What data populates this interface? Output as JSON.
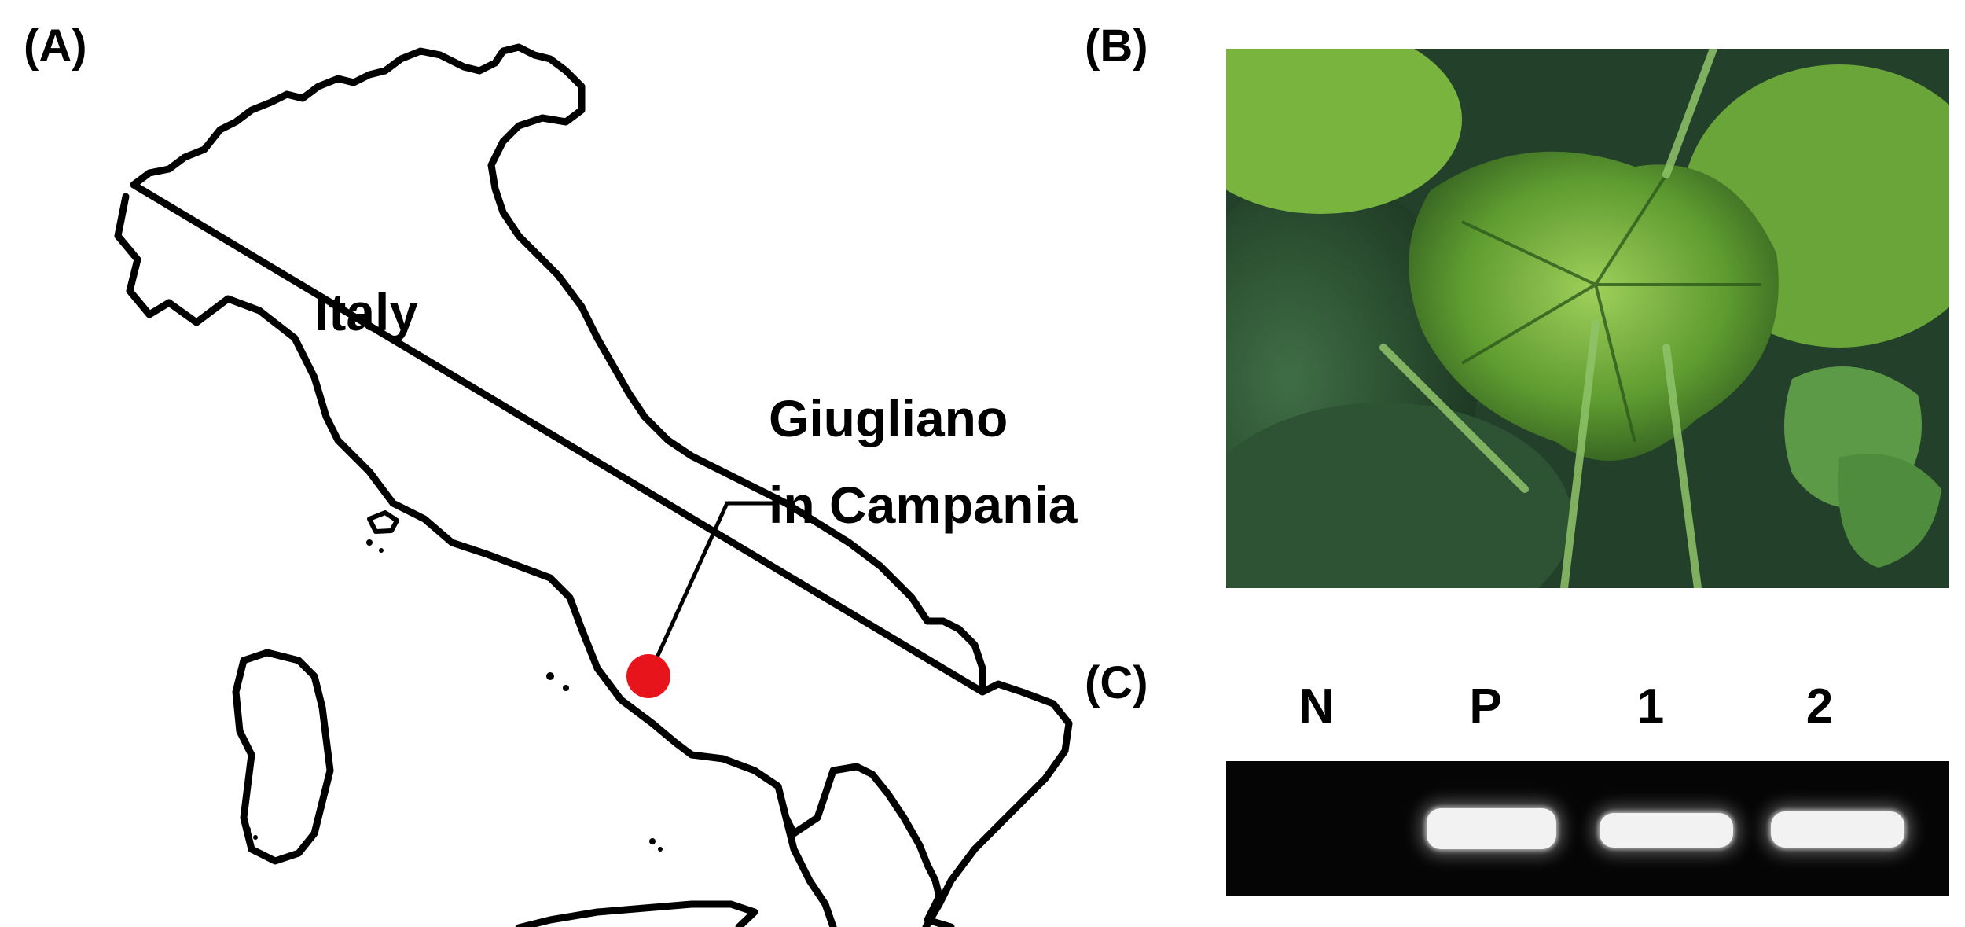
{
  "figure": {
    "panel_a": {
      "letter": "(A)",
      "country_label": "Italy",
      "site_label_line1": "Giugliano",
      "site_label_line2": "in Campania",
      "marker_color": "#e8141c"
    },
    "panel_b": {
      "letter": "(B)",
      "photo": "zucchini plant with mosaic symptoms on leaves"
    },
    "panel_c": {
      "letter": "(C)",
      "lanes": [
        {
          "label": "N",
          "band": false
        },
        {
          "label": "P",
          "band": true
        },
        {
          "label": "1",
          "band": true
        },
        {
          "label": "2",
          "band": true
        }
      ]
    }
  }
}
